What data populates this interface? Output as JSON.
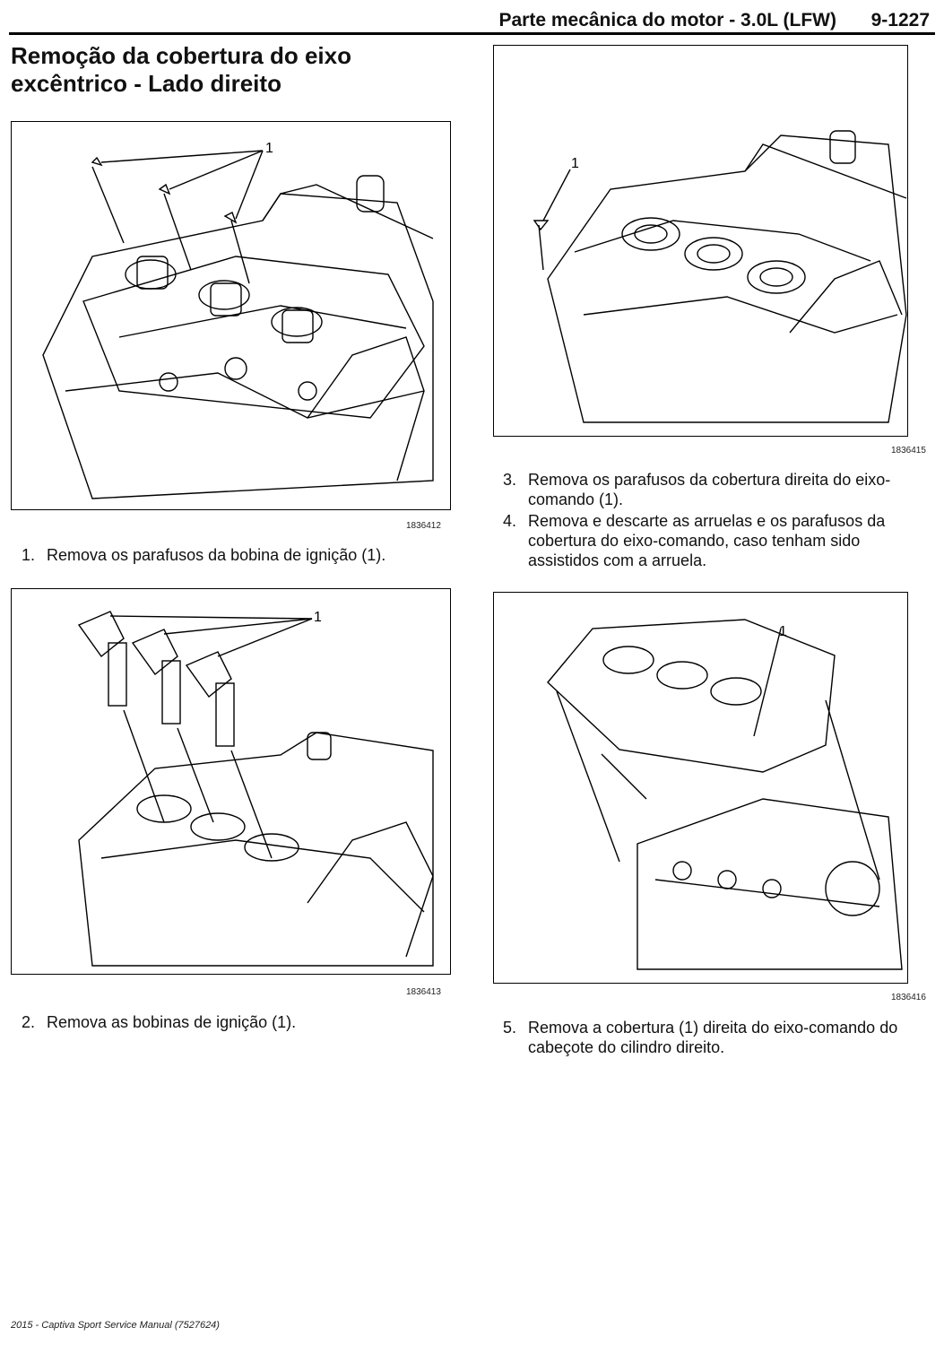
{
  "header": {
    "title": "Parte mecânica do motor - 3.0L (LFW)",
    "page": "9-1227"
  },
  "section_title": "Remoção da cobertura do eixo excêntrico - Lado direito",
  "figures": [
    {
      "id": "1836412",
      "callout": "1"
    },
    {
      "id": "1836413",
      "callout": "1"
    },
    {
      "id": "1836415",
      "callout": "1"
    },
    {
      "id": "1836416",
      "callout": "1"
    }
  ],
  "steps": [
    {
      "num": "1.",
      "text": "Remova os parafusos da bobina de ignição (1)."
    },
    {
      "num": "2.",
      "text": "Remova as bobinas de ignição (1)."
    },
    {
      "num": "3.",
      "text": "Remova os parafusos da cobertura direita do eixo-comando (1)."
    },
    {
      "num": "4.",
      "text": "Remova e descarte as arruelas e os parafusos da cobertura do eixo-comando, caso tenham sido assistidos com a arruela."
    },
    {
      "num": "5.",
      "text": "Remova a cobertura (1) direita do eixo-comando do cabeçote do cilindro direito."
    }
  ],
  "footer": "2015 - Captiva Sport Service Manual (7527624)"
}
